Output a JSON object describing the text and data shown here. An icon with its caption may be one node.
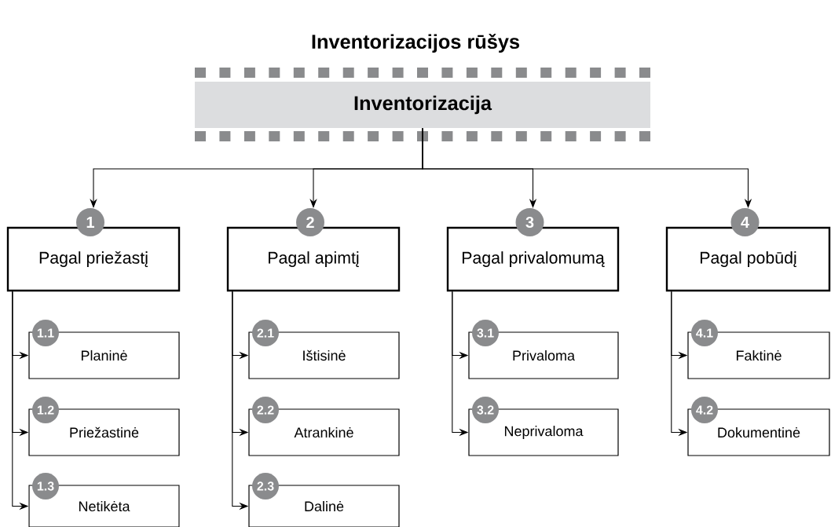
{
  "diagram": {
    "title": "Inventorizacijos rūšys",
    "nodes": [
      {
        "text": [
          "Inventorizacija"
        ]
      },
      {
        "text": [
          "1",
          "Pagal priežastį"
        ]
      },
      {
        "text": [
          "1.1",
          "Planinė"
        ]
      },
      {
        "text": [
          "1.2",
          "Priežastinė"
        ]
      },
      {
        "text": [
          "1.3",
          "Netikėta"
        ]
      },
      {
        "text": [
          "2",
          "Pagal apimtį"
        ]
      },
      {
        "text": [
          "2.1",
          "Ištisinė"
        ]
      },
      {
        "text": [
          "2.2",
          "Atrankinė"
        ]
      },
      {
        "text": [
          "2.3",
          "Dalinė"
        ]
      },
      {
        "text": [
          "3",
          "Pagal privalomumą"
        ]
      },
      {
        "text": [
          "3.1",
          "Privaloma"
        ]
      },
      {
        "text": [
          "3.2",
          "Neprivaloma"
        ]
      },
      {
        "text": [
          "4",
          "Pagal pobūdį"
        ]
      },
      {
        "text": [
          "4.1",
          "Faktinė"
        ]
      },
      {
        "text": [
          "4.2",
          "Dokumentinė"
        ]
      }
    ],
    "edges": [
      {
        "from": 0,
        "to": 1,
        "arrow": "to"
      },
      {
        "from": 0,
        "to": 5,
        "arrow": "to"
      },
      {
        "from": 0,
        "to": 9,
        "arrow": "to"
      },
      {
        "from": 0,
        "to": 12,
        "arrow": "to"
      },
      {
        "from": 1,
        "to": 2,
        "arrow": "to"
      },
      {
        "from": 1,
        "to": 3,
        "arrow": "to"
      },
      {
        "from": 1,
        "to": 4,
        "arrow": "to"
      },
      {
        "from": 5,
        "to": 6,
        "arrow": "to"
      },
      {
        "from": 5,
        "to": 7,
        "arrow": "to"
      },
      {
        "from": 5,
        "to": 8,
        "arrow": "to"
      },
      {
        "from": 9,
        "to": 10,
        "arrow": "to"
      },
      {
        "from": 9,
        "to": 11,
        "arrow": "to"
      },
      {
        "from": 12,
        "to": 13,
        "arrow": "to"
      },
      {
        "from": 12,
        "to": 14,
        "arrow": "to"
      }
    ]
  }
}
